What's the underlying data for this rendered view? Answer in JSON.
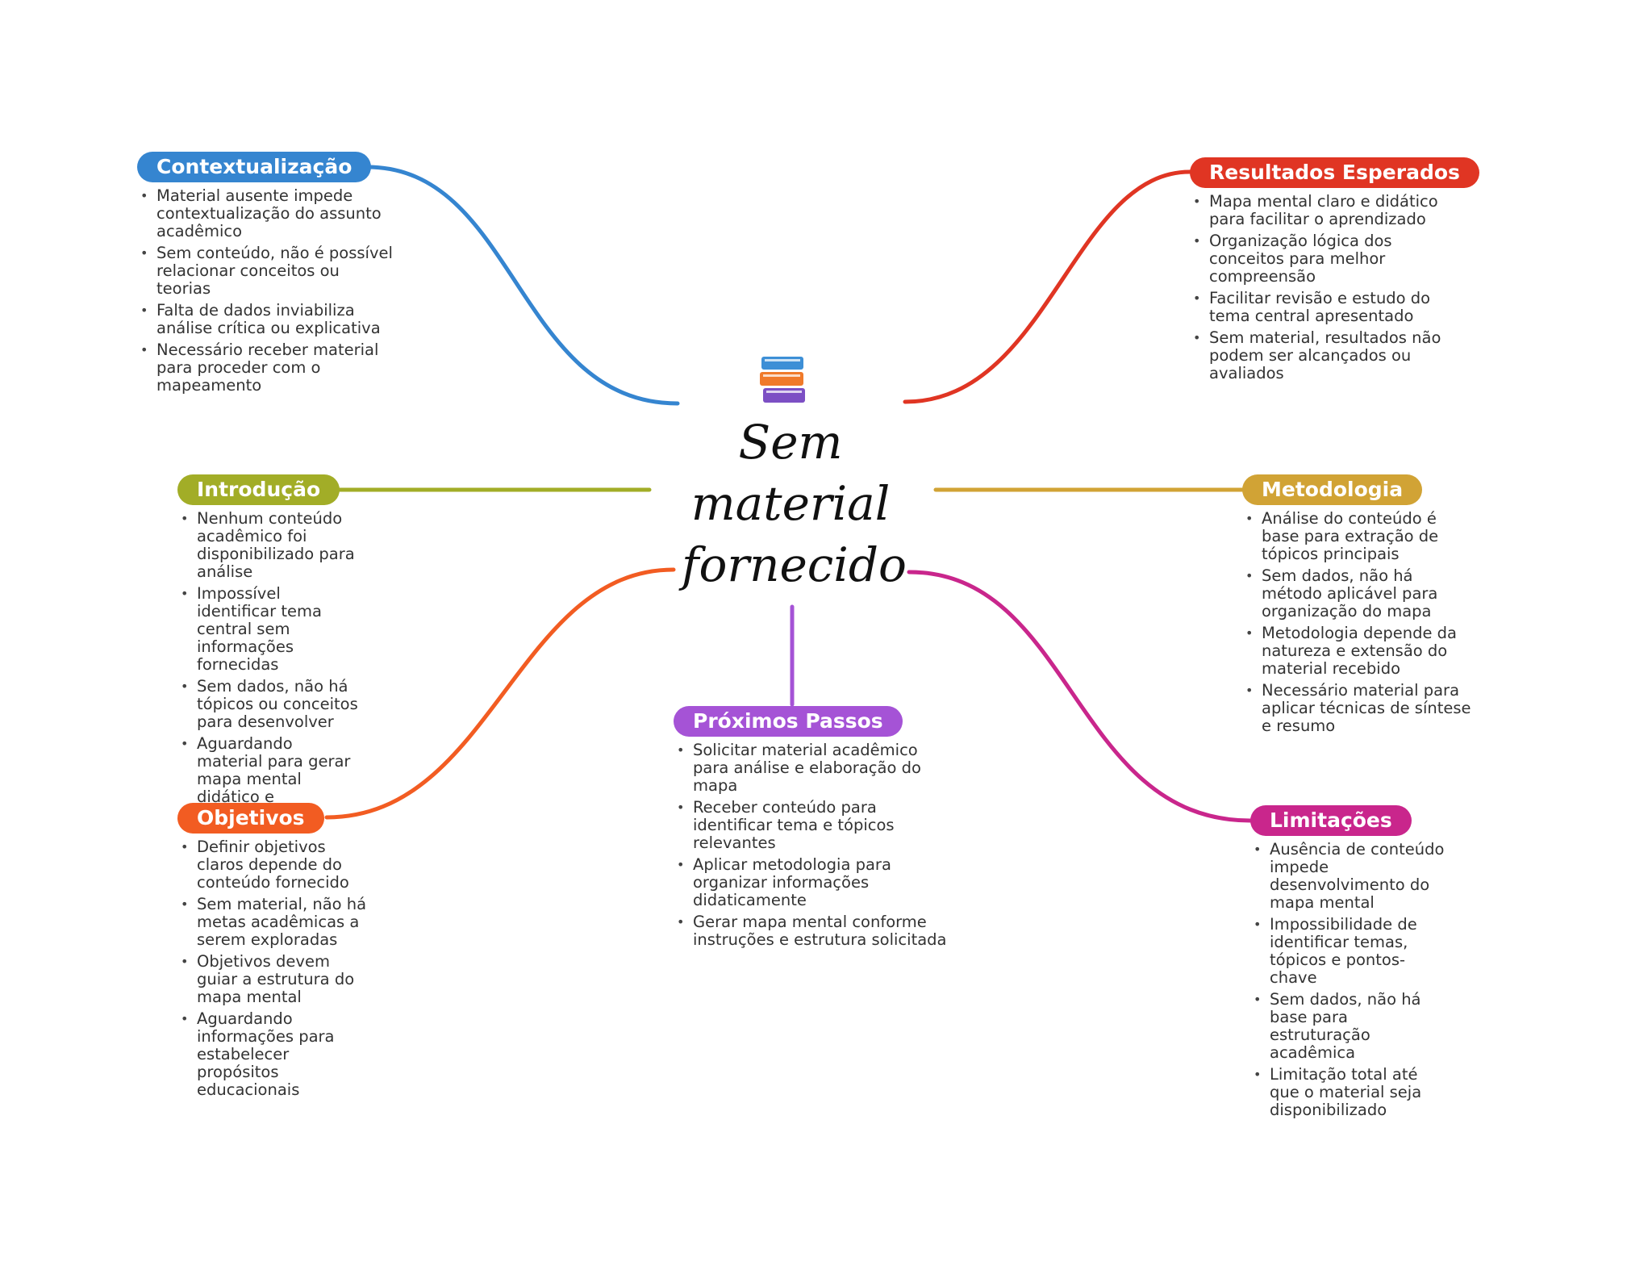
{
  "center": {
    "title": "Sem material fornecido",
    "icon": "books-icon",
    "icon_colors": [
      "#3d8fd6",
      "#f07a2a",
      "#7c4fc4"
    ]
  },
  "branches": [
    {
      "key": "contextualizacao",
      "title": "Contextualização",
      "color": "#3585d0",
      "items": [
        "Material ausente impede contextualização do assunto acadêmico",
        "Sem conteúdo, não é possível relacionar conceitos ou teorias",
        "Falta de dados inviabiliza análise crítica ou explicativa",
        "Necessário receber material para proceder com o mapeamento"
      ]
    },
    {
      "key": "introducao",
      "title": "Introdução",
      "color": "#a2ad27",
      "items": [
        "Nenhum conteúdo acadêmico foi disponibilizado para análise",
        "Impossível identificar tema central sem informações fornecidas",
        "Sem dados, não há tópicos ou conceitos para desenvolver",
        "Aguardando material para gerar mapa mental didático e estruturado"
      ]
    },
    {
      "key": "objetivos",
      "title": "Objetivos",
      "color": "#f25c22",
      "items": [
        "Definir objetivos claros depende do conteúdo fornecido",
        "Sem material, não há metas acadêmicas a serem exploradas",
        "Objetivos devem guiar a estrutura do mapa mental",
        "Aguardando informações para estabelecer propósitos educacionais"
      ]
    },
    {
      "key": "proximos",
      "title": "Próximos Passos",
      "color": "#a553d6",
      "items": [
        "Solicitar material acadêmico para análise e elaboração do mapa",
        "Receber conteúdo para identificar tema e tópicos relevantes",
        "Aplicar metodologia para organizar informações didaticamente",
        "Gerar mapa mental conforme instruções e estrutura solicitada"
      ]
    },
    {
      "key": "resultados",
      "title": "Resultados Esperados",
      "color": "#e03523",
      "items": [
        "Mapa mental claro e didático para facilitar o aprendizado",
        "Organização lógica dos conceitos para melhor compreensão",
        "Facilitar revisão e estudo do tema central apresentado",
        "Sem material, resultados não podem ser alcançados ou avaliados"
      ]
    },
    {
      "key": "metodologia",
      "title": "Metodologia",
      "color": "#d1a335",
      "items": [
        "Análise do conteúdo é base para extração de tópicos principais",
        "Sem dados, não há método aplicável para organização do mapa",
        "Metodologia depende da natureza e extensão do material recebido",
        "Necessário material para aplicar técnicas de síntese e resumo"
      ]
    },
    {
      "key": "limitacoes",
      "title": "Limitações",
      "color": "#c9268c",
      "items": [
        "Ausência de conteúdo impede desenvolvimento do mapa mental",
        "Impossibilidade de identificar temas, tópicos e pontos-chave",
        "Sem dados, não há base para estruturação acadêmica",
        "Limitação total até que o material seja disponibilizado"
      ]
    }
  ]
}
